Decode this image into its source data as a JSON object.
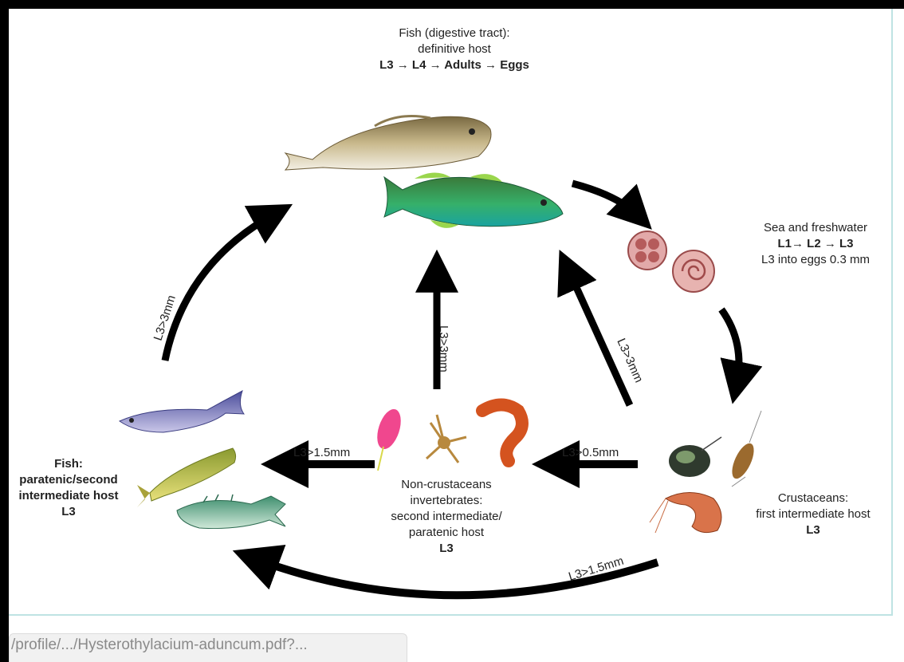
{
  "labels": {
    "definitive_host": {
      "line1": "Fish (digestive tract):",
      "line2": "definitive host",
      "line3": "L3 → L4 → Adults → Eggs"
    },
    "sea": {
      "line1": "Sea and freshwater",
      "line2": "L1→ L2 → L3",
      "line3": "L3 into eggs  0.3 mm"
    },
    "crustaceans": {
      "line1": "Crustaceans:",
      "line2": "first intermediate host",
      "line3": "L3"
    },
    "non_crustaceans": {
      "line1": "Non-crustaceans",
      "line2": "invertebrates:",
      "line3": "second intermediate/",
      "line4": "paratenic host",
      "line5": "L3"
    },
    "fish_paratenic": {
      "line1": "Fish:",
      "line2": "paratenic/second",
      "line3": "intermediate host",
      "line4": "L3"
    }
  },
  "arrows": {
    "left_up": "L3>3mm",
    "center_up": "L3>3mm",
    "right_up": "L3>3mm",
    "to_fish_left": "L3>1.5mm",
    "to_invertebrates": "L3>0.5mm",
    "bottom": "L3>1.5mm"
  },
  "footer": {
    "url": "/profile/.../Hysterothylacium-aduncum.pdf?..."
  }
}
